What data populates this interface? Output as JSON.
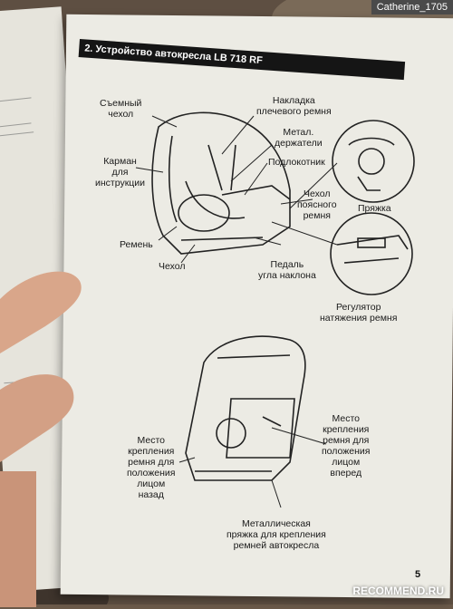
{
  "watermark": {
    "user": "Catherine_1705",
    "site": "RECOMMEND.RU"
  },
  "page": {
    "section_title": "2. Устройство автокресла LB 718 RF",
    "page_number": "5"
  },
  "labels": {
    "removable_cover": [
      "Съемный",
      "чехол"
    ],
    "shoulder_pad": [
      "Накладка",
      "плечевого ремня"
    ],
    "metal_holders": [
      "Метал.",
      "держатели"
    ],
    "headrest": [
      "Подлокотник"
    ],
    "pocket": [
      "Карман",
      "для",
      "инструкции"
    ],
    "lap_belt_cover": [
      "Чехол",
      "поясного",
      "ремня"
    ],
    "buckle": [
      "Пряжка"
    ],
    "belt": [
      "Ремень"
    ],
    "cover": [
      "Чехол"
    ],
    "recline_pedal": [
      "Педаль",
      "угла наклона"
    ],
    "belt_adjuster": [
      "Регулятор",
      "натяжения ремня"
    ],
    "forward_mount": [
      "Место",
      "крепления",
      "ремня для",
      "положения",
      "лицом",
      "вперед"
    ],
    "rear_mount": [
      "Место",
      "крепления",
      "ремня для",
      "положения",
      "лицом",
      "назад"
    ],
    "metal_buckle": [
      "Металлическая",
      "пряжка для крепления",
      "ремней автокресла"
    ]
  }
}
